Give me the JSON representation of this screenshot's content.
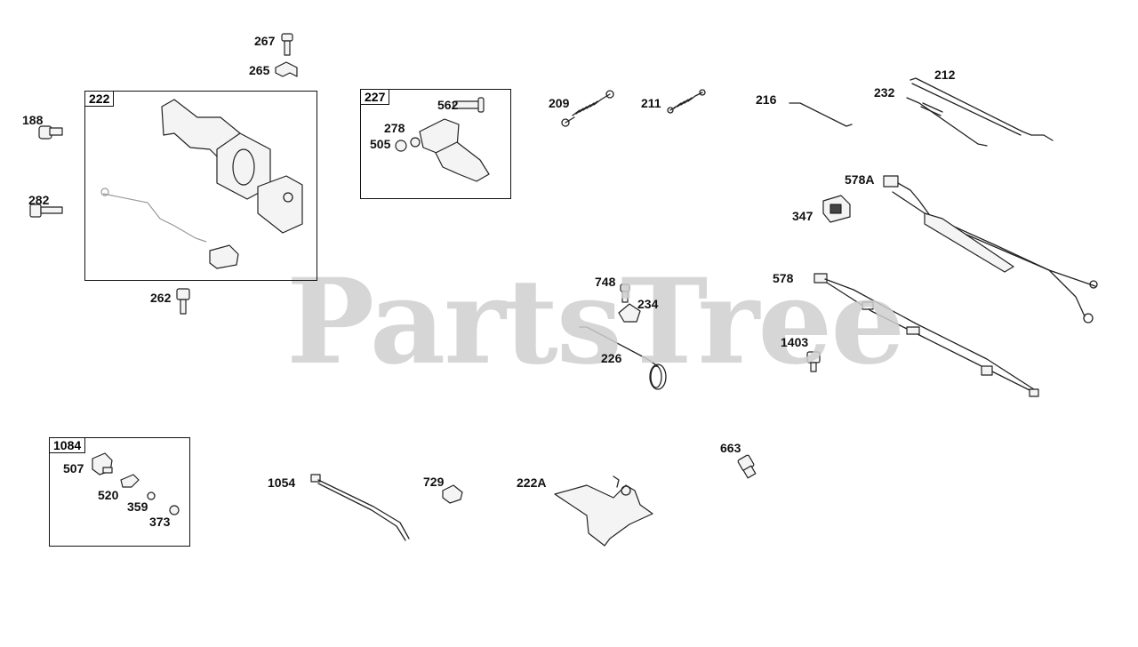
{
  "watermark": "PartsTree",
  "groups": {
    "g222": "222",
    "g227": "227",
    "g1084": "1084"
  },
  "labels": {
    "p267": "267",
    "p265": "265",
    "p188": "188",
    "p282": "282",
    "p262": "262",
    "p278": "278",
    "p505": "505",
    "p562": "562",
    "p209": "209",
    "p211": "211",
    "p216": "216",
    "p232": "232",
    "p212": "212",
    "p578A": "578A",
    "p347": "347",
    "p578": "578",
    "p748": "748",
    "p234": "234",
    "p226": "226",
    "p1403": "1403",
    "p663": "663",
    "p507": "507",
    "p520": "520",
    "p359": "359",
    "p373": "373",
    "p1054": "1054",
    "p729": "729",
    "p222A": "222A"
  }
}
